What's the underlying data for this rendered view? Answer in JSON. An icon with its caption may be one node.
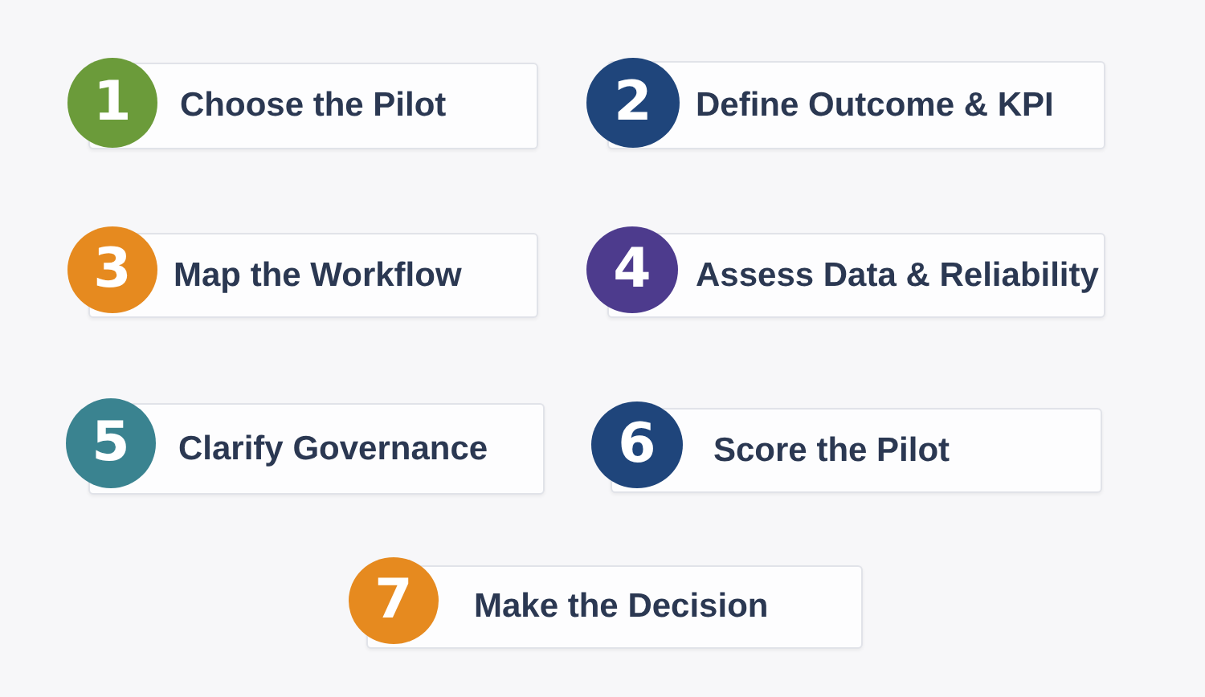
{
  "diagram": {
    "nodes": [
      {
        "text": [
          "1"
        ]
      },
      {
        "text": [
          "Choose the Pilot"
        ]
      },
      {
        "text": [
          "2"
        ]
      },
      {
        "text": [
          "Define Outcome & KPI"
        ]
      },
      {
        "text": [
          "3"
        ]
      },
      {
        "text": [
          "Map the Workflow"
        ]
      },
      {
        "text": [
          "4"
        ]
      },
      {
        "text": [
          "Assess Data & Reliability"
        ]
      },
      {
        "text": [
          "5"
        ]
      },
      {
        "text": [
          "Clarify Governance"
        ]
      },
      {
        "text": [
          "6"
        ]
      },
      {
        "text": [
          "Score the Pilot"
        ]
      },
      {
        "text": [
          "7"
        ]
      },
      {
        "text": [
          "Make the Decision"
        ]
      }
    ]
  }
}
